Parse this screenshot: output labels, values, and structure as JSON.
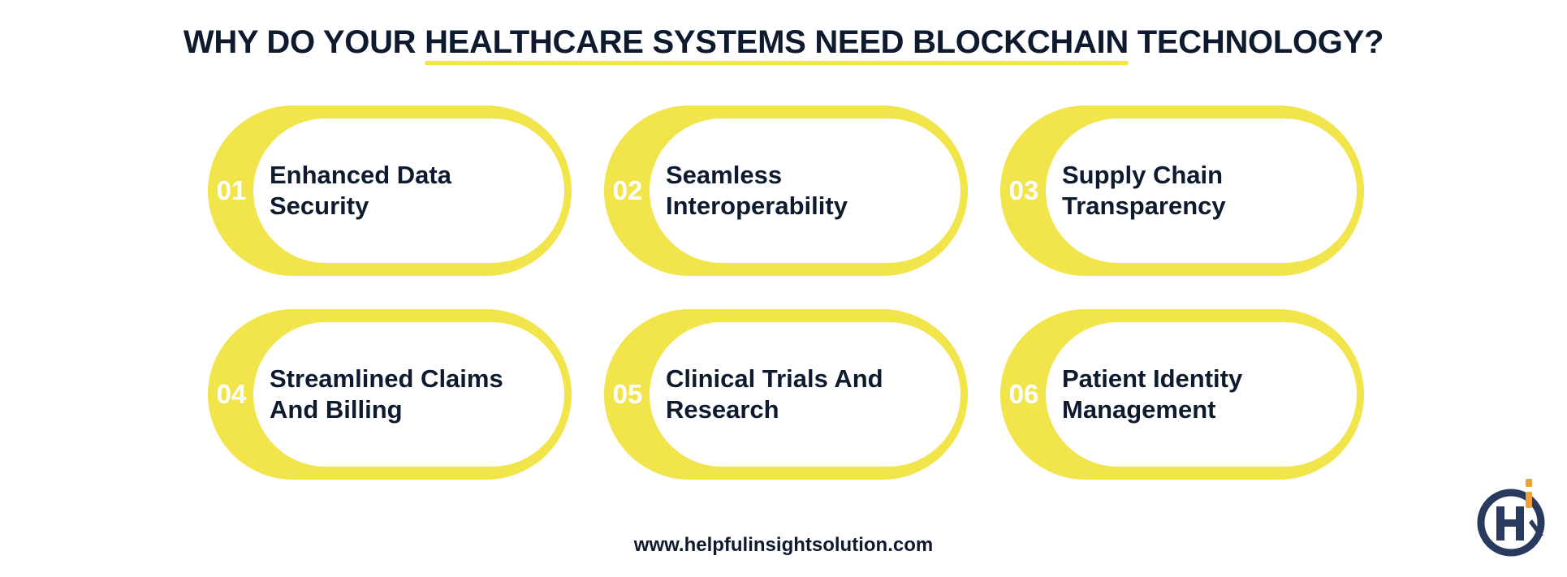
{
  "header": {
    "title_before": "WHY DO YOUR ",
    "title_highlight": "HEALTHCARE SYSTEMS NEED BLOCKCHAIN",
    "title_after": " TECHNOLOGY?"
  },
  "items": [
    {
      "number": "01",
      "label": "Enhanced Data\nSecurity"
    },
    {
      "number": "02",
      "label": "Seamless\nInteroperability"
    },
    {
      "number": "03",
      "label": "Supply Chain\nTransparency"
    },
    {
      "number": "04",
      "label": "Streamlined Claims\nAnd Billing"
    },
    {
      "number": "05",
      "label": "Clinical Trials And\nResearch"
    },
    {
      "number": "06",
      "label": "Patient Identity\nManagement"
    }
  ],
  "footer": {
    "website": "www.helpfulinsightsolution.com"
  },
  "logo": {
    "icon": "hi-logo-icon"
  },
  "colors": {
    "accent": "#f2e54b",
    "text": "#0e1a2e",
    "logo_navy": "#283a5e",
    "logo_orange": "#f0a13a"
  }
}
